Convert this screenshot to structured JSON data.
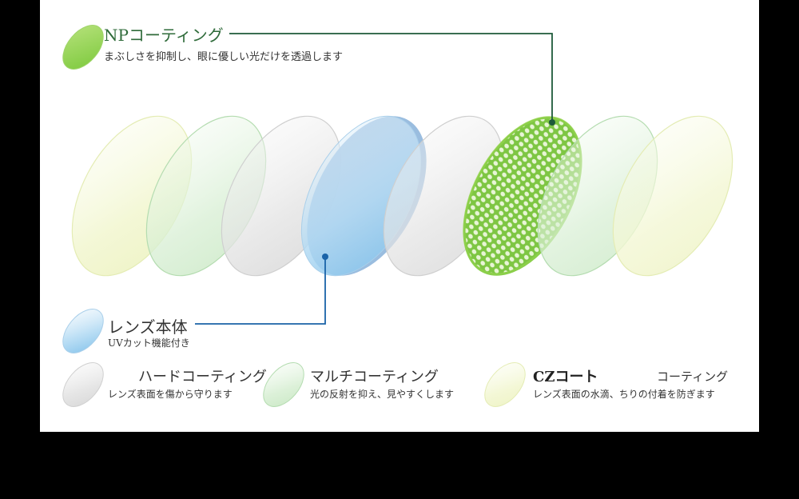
{
  "np": {
    "title": "NPコーティング",
    "desc": "まぶしさを抑制し、眼に優しい光だけを透過します"
  },
  "lens_body": {
    "title": "レンズ本体",
    "desc": "UVカット機能付き"
  },
  "hard": {
    "title": "ハードコーティング",
    "desc": "レンズ表面を傷から守ります"
  },
  "multi": {
    "title": "マルチコーティング",
    "desc": "光の反射を抑え、見やすくします"
  },
  "cz": {
    "title": "CZコート",
    "subtitle": "コーティング",
    "desc": "レンズ表面の水滴、ちりの付着を防ぎます"
  },
  "colors": {
    "np_line": "#1e5a3a",
    "lens_line": "#1a63a8",
    "cz_layer": "#f4f7d8",
    "multi_layer": "#d9f0d6",
    "hard_layer": "#e4e4e4",
    "lens_body": "#9ccdee",
    "np_layer": "#8ed24f"
  }
}
